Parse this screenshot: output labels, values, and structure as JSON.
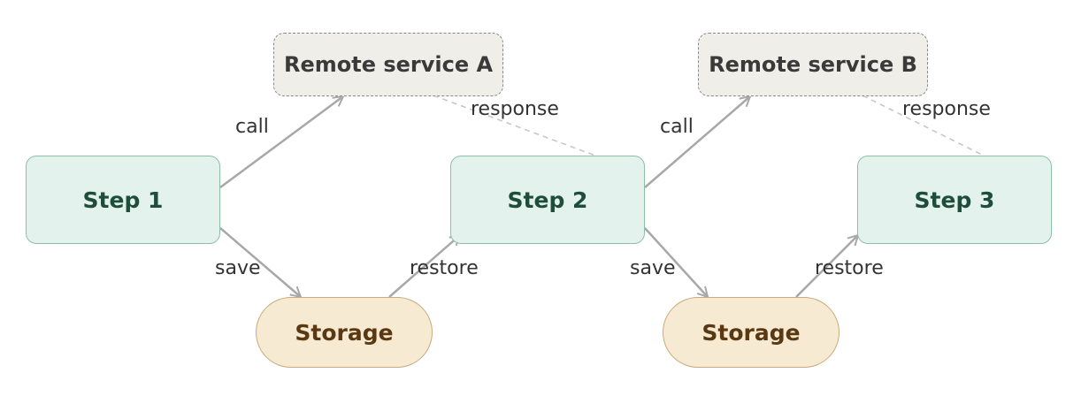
{
  "nodes": {
    "step1": "Step 1",
    "step2": "Step 2",
    "step3": "Step 3",
    "remote_a": "Remote service A",
    "remote_b": "Remote service B",
    "storage1": "Storage",
    "storage2": "Storage"
  },
  "edges": {
    "call_a": "call",
    "response_a": "response",
    "save_1": "save",
    "restore_1": "restore",
    "call_b": "call",
    "response_b": "response",
    "save_2": "save",
    "restore_2": "restore"
  },
  "colors": {
    "step_fill": "#e3f2ec",
    "step_border": "#8cbfa7",
    "remote_fill": "#efeee9",
    "storage_fill": "#f6ead3",
    "arrow": "#a8a8a8"
  }
}
